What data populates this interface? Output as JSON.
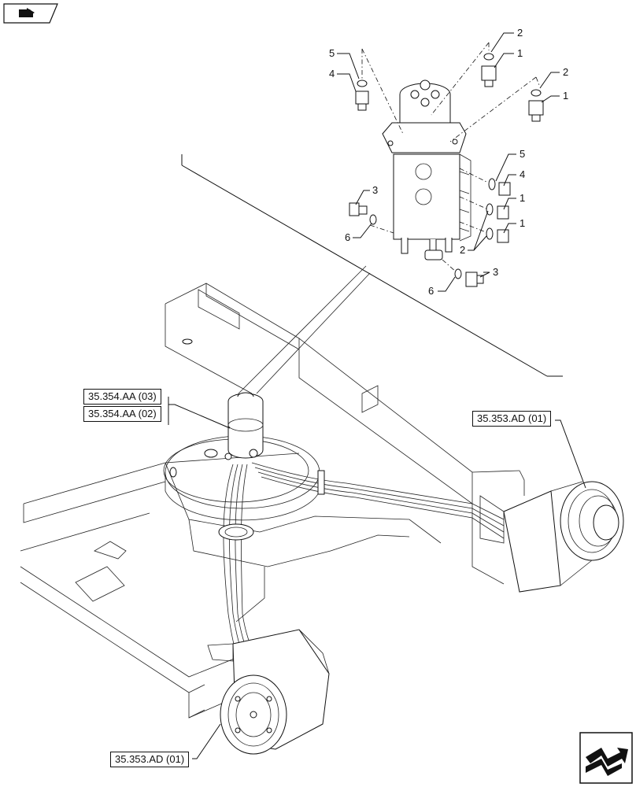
{
  "icons": {
    "top_left": "parts-navigation-flag-icon",
    "bottom_right": "next-page-arrow-icon"
  },
  "references": {
    "swivel_ref_1": "35.354.AA (03)",
    "swivel_ref_2": "35.354.AA (02)",
    "right_motor_ref": "35.353.AD (01)",
    "left_motor_ref": "35.353.AD (01)"
  },
  "callouts": {
    "c5_top": "5",
    "c4_top": "4",
    "c2_top_a": "2",
    "c1_top_a": "1",
    "c2_top_b": "2",
    "c1_top_b": "1",
    "c3_left": "3",
    "c6_left": "6",
    "c5_right": "5",
    "c4_right": "4",
    "c1_right_a": "1",
    "c1_right_b": "1",
    "c2_right": "2",
    "c3_bottom": "3",
    "c6_bottom": "6"
  }
}
